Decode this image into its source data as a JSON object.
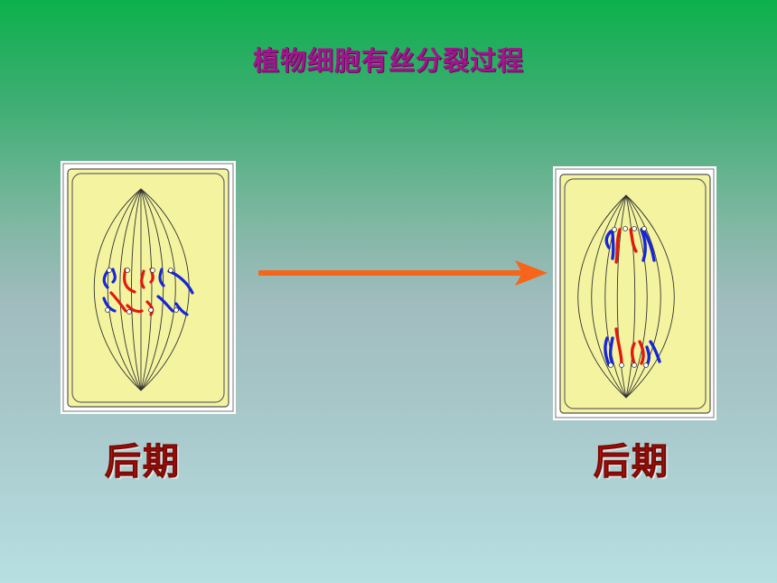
{
  "title": "植物细胞有丝分裂过程",
  "left_cell": {
    "stage_label": "后期"
  },
  "right_cell": {
    "stage_label": "后期"
  },
  "colors": {
    "title": "#a0168c",
    "cell_fill": "#f4f4a0",
    "arrow": "#f7641a",
    "chromosome_red": "#e01a0c",
    "chromosome_blue": "#1626d8",
    "label": "#c8160e"
  }
}
